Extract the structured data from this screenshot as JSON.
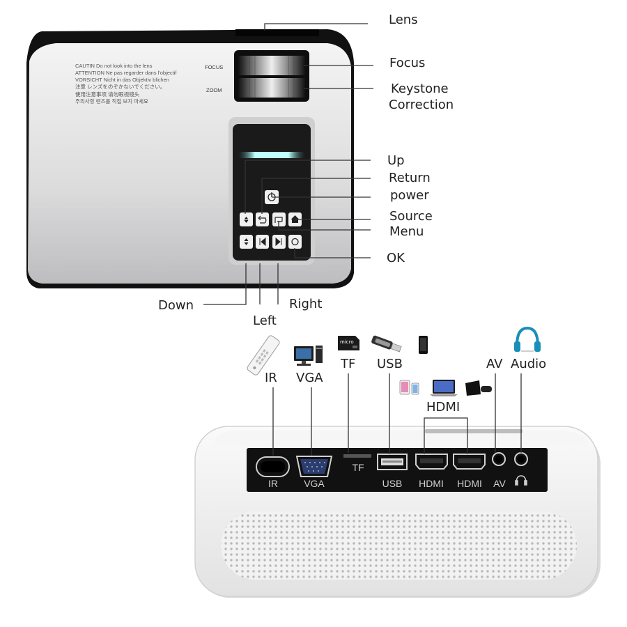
{
  "top_labels": {
    "lens": "Lens",
    "focus": "Focus",
    "keystone_line1": "Keystone",
    "keystone_line2": "Correction",
    "up": "Up",
    "return": "Return",
    "power": "power",
    "source": "Source",
    "menu": "Menu",
    "ok": "OK",
    "down": "Down",
    "left": "Left",
    "right": "Right"
  },
  "projector_text": {
    "focus_mark": "FOCUS",
    "zoom_mark": "ZOOM",
    "warning_lines": [
      "CAUTIN Do not look into the lens",
      "ATTENTION Ne pas regarder dans l'objectif",
      "VORSICHT Nicht in das Objektiv blichen",
      "注意 レンズをのぞかないでください。",
      "使用注意事项 请勿眼视镜头",
      "주의사항 렌즈를 직접 보지 마세요"
    ],
    "tf_card_mark": "micro"
  },
  "port_headers": {
    "ir": "IR",
    "vga": "VGA",
    "tf": "TF",
    "usb": "USB",
    "hdmi": "HDMI",
    "av": "AV",
    "audio": "Audio"
  },
  "port_panel": {
    "ir": "IR",
    "vga": "VGA",
    "tf": "TF",
    "usb": "USB",
    "hdmi1": "HDMI",
    "hdmi2": "HDMI",
    "av": "AV"
  },
  "icons": [
    "remote-icon",
    "computer-icon",
    "microsd-icon",
    "usb-drive-icon",
    "phone-icon",
    "tablet-phone-icon",
    "laptop-icon",
    "game-console-icon",
    "headphones-icon",
    "power-icon",
    "home-icon",
    "return-icon",
    "menu-icon",
    "ok-icon"
  ],
  "colors": {
    "body_light": "#e9e9ea",
    "body_dark": "#111111",
    "touch_panel": "#1a1a1a",
    "panel_glow": "#cfffff",
    "headphone_accent": "#1a8fb8"
  }
}
